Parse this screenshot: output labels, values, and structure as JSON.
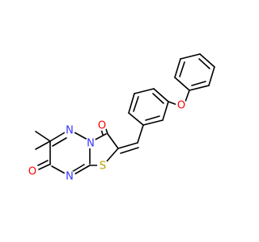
{
  "molecule": {
    "atoms": {
      "n_triazine_upper": {
        "symbol": "N",
        "color": "#3333ff"
      },
      "n_bridge": {
        "symbol": "N",
        "color": "#3333ff"
      },
      "n_triazine_lower": {
        "symbol": "N",
        "color": "#3333ff"
      },
      "o_carbonyl_right": {
        "symbol": "O",
        "color": "#ff0000"
      },
      "o_carbonyl_left": {
        "symbol": "O",
        "color": "#ff0000"
      },
      "s_thiazole": {
        "symbol": "S",
        "color": "#b8a000"
      },
      "o_ether": {
        "symbol": "O",
        "color": "#ff0000"
      }
    }
  }
}
